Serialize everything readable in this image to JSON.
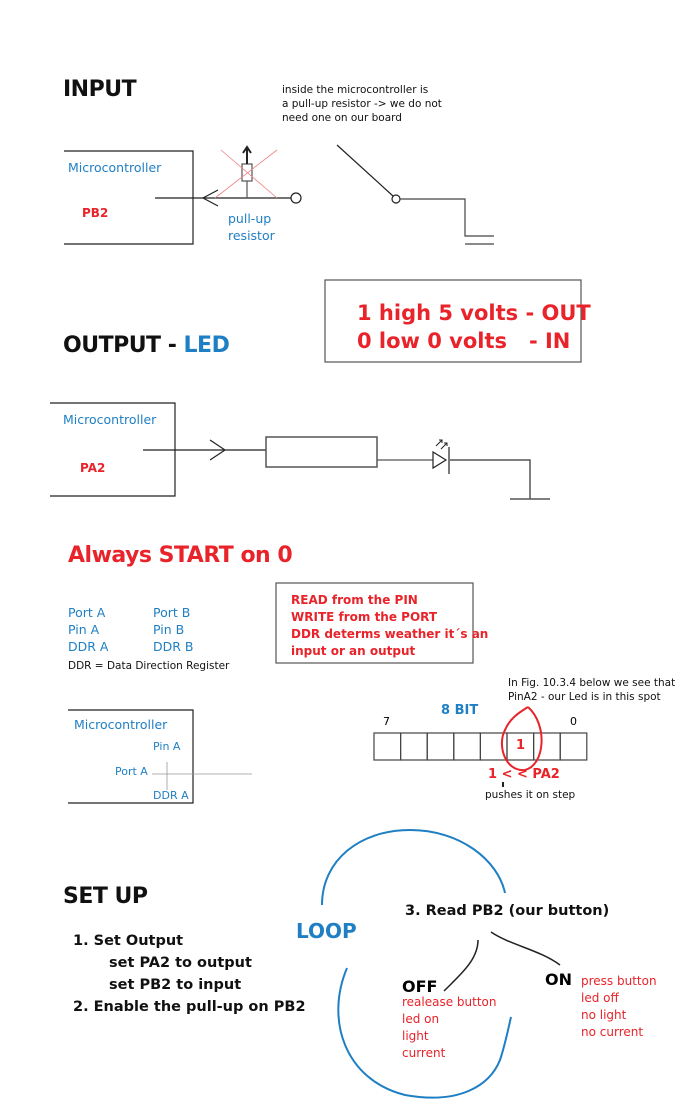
{
  "input": {
    "title": "INPUT",
    "note": [
      "inside the microcontroller is",
      "a pull-up resistor -> we do not",
      "need one on our board"
    ],
    "mcu_label": "Microcontroller",
    "pin": "PB2",
    "resistor_label": [
      "pull-up",
      "resistor"
    ]
  },
  "logic_box": {
    "lines": [
      "1 high 5 volts - OUT",
      "0 low 0 volts   - IN"
    ]
  },
  "output": {
    "title": "OUTPUT - ",
    "title_accent": "LED",
    "mcu_label": "Microcontroller",
    "pin": "PA2"
  },
  "registers": {
    "title": "Always START on 0",
    "col_a": [
      "Port A",
      "Pin A",
      "DDR A"
    ],
    "col_b": [
      "Port B",
      "Pin B",
      "DDR B"
    ],
    "ddr_def": "DDR = Data Direction Register",
    "rules": [
      "READ from the PIN",
      "WRITE from the PORT",
      "DDR determs weather it´s an",
      "input or an output"
    ],
    "mcu_label": "Microcontroller",
    "pin_a": "Pin A",
    "port_a": "Port A",
    "ddr_a": "DDR A"
  },
  "bits": {
    "title": "8 BIT",
    "high_label": "7",
    "low_label": "0",
    "cells": [
      "",
      "",
      "",
      "",
      "",
      "1",
      "",
      ""
    ],
    "note": [
      "In Fig. 10.3.4 below we see that",
      "PinA2 - our Led is in this spot"
    ],
    "shift": "1 < < PA2",
    "shift_note": "pushes it on step"
  },
  "setup": {
    "title": "SET UP",
    "steps": [
      "1. Set Output",
      "set PA2 to output",
      "set PB2 to input",
      "2. Enable the pull-up on PB2"
    ],
    "loop": "LOOP",
    "read": "3. Read PB2 (our button)",
    "off": "OFF",
    "off_notes": [
      "realease button",
      "led on",
      "light",
      "current"
    ],
    "on": "ON",
    "on_notes": [
      "press button",
      "led off",
      "no light",
      "no current"
    ]
  },
  "colors": {
    "blue": "#1f7fc4",
    "red": "#e8232a"
  }
}
